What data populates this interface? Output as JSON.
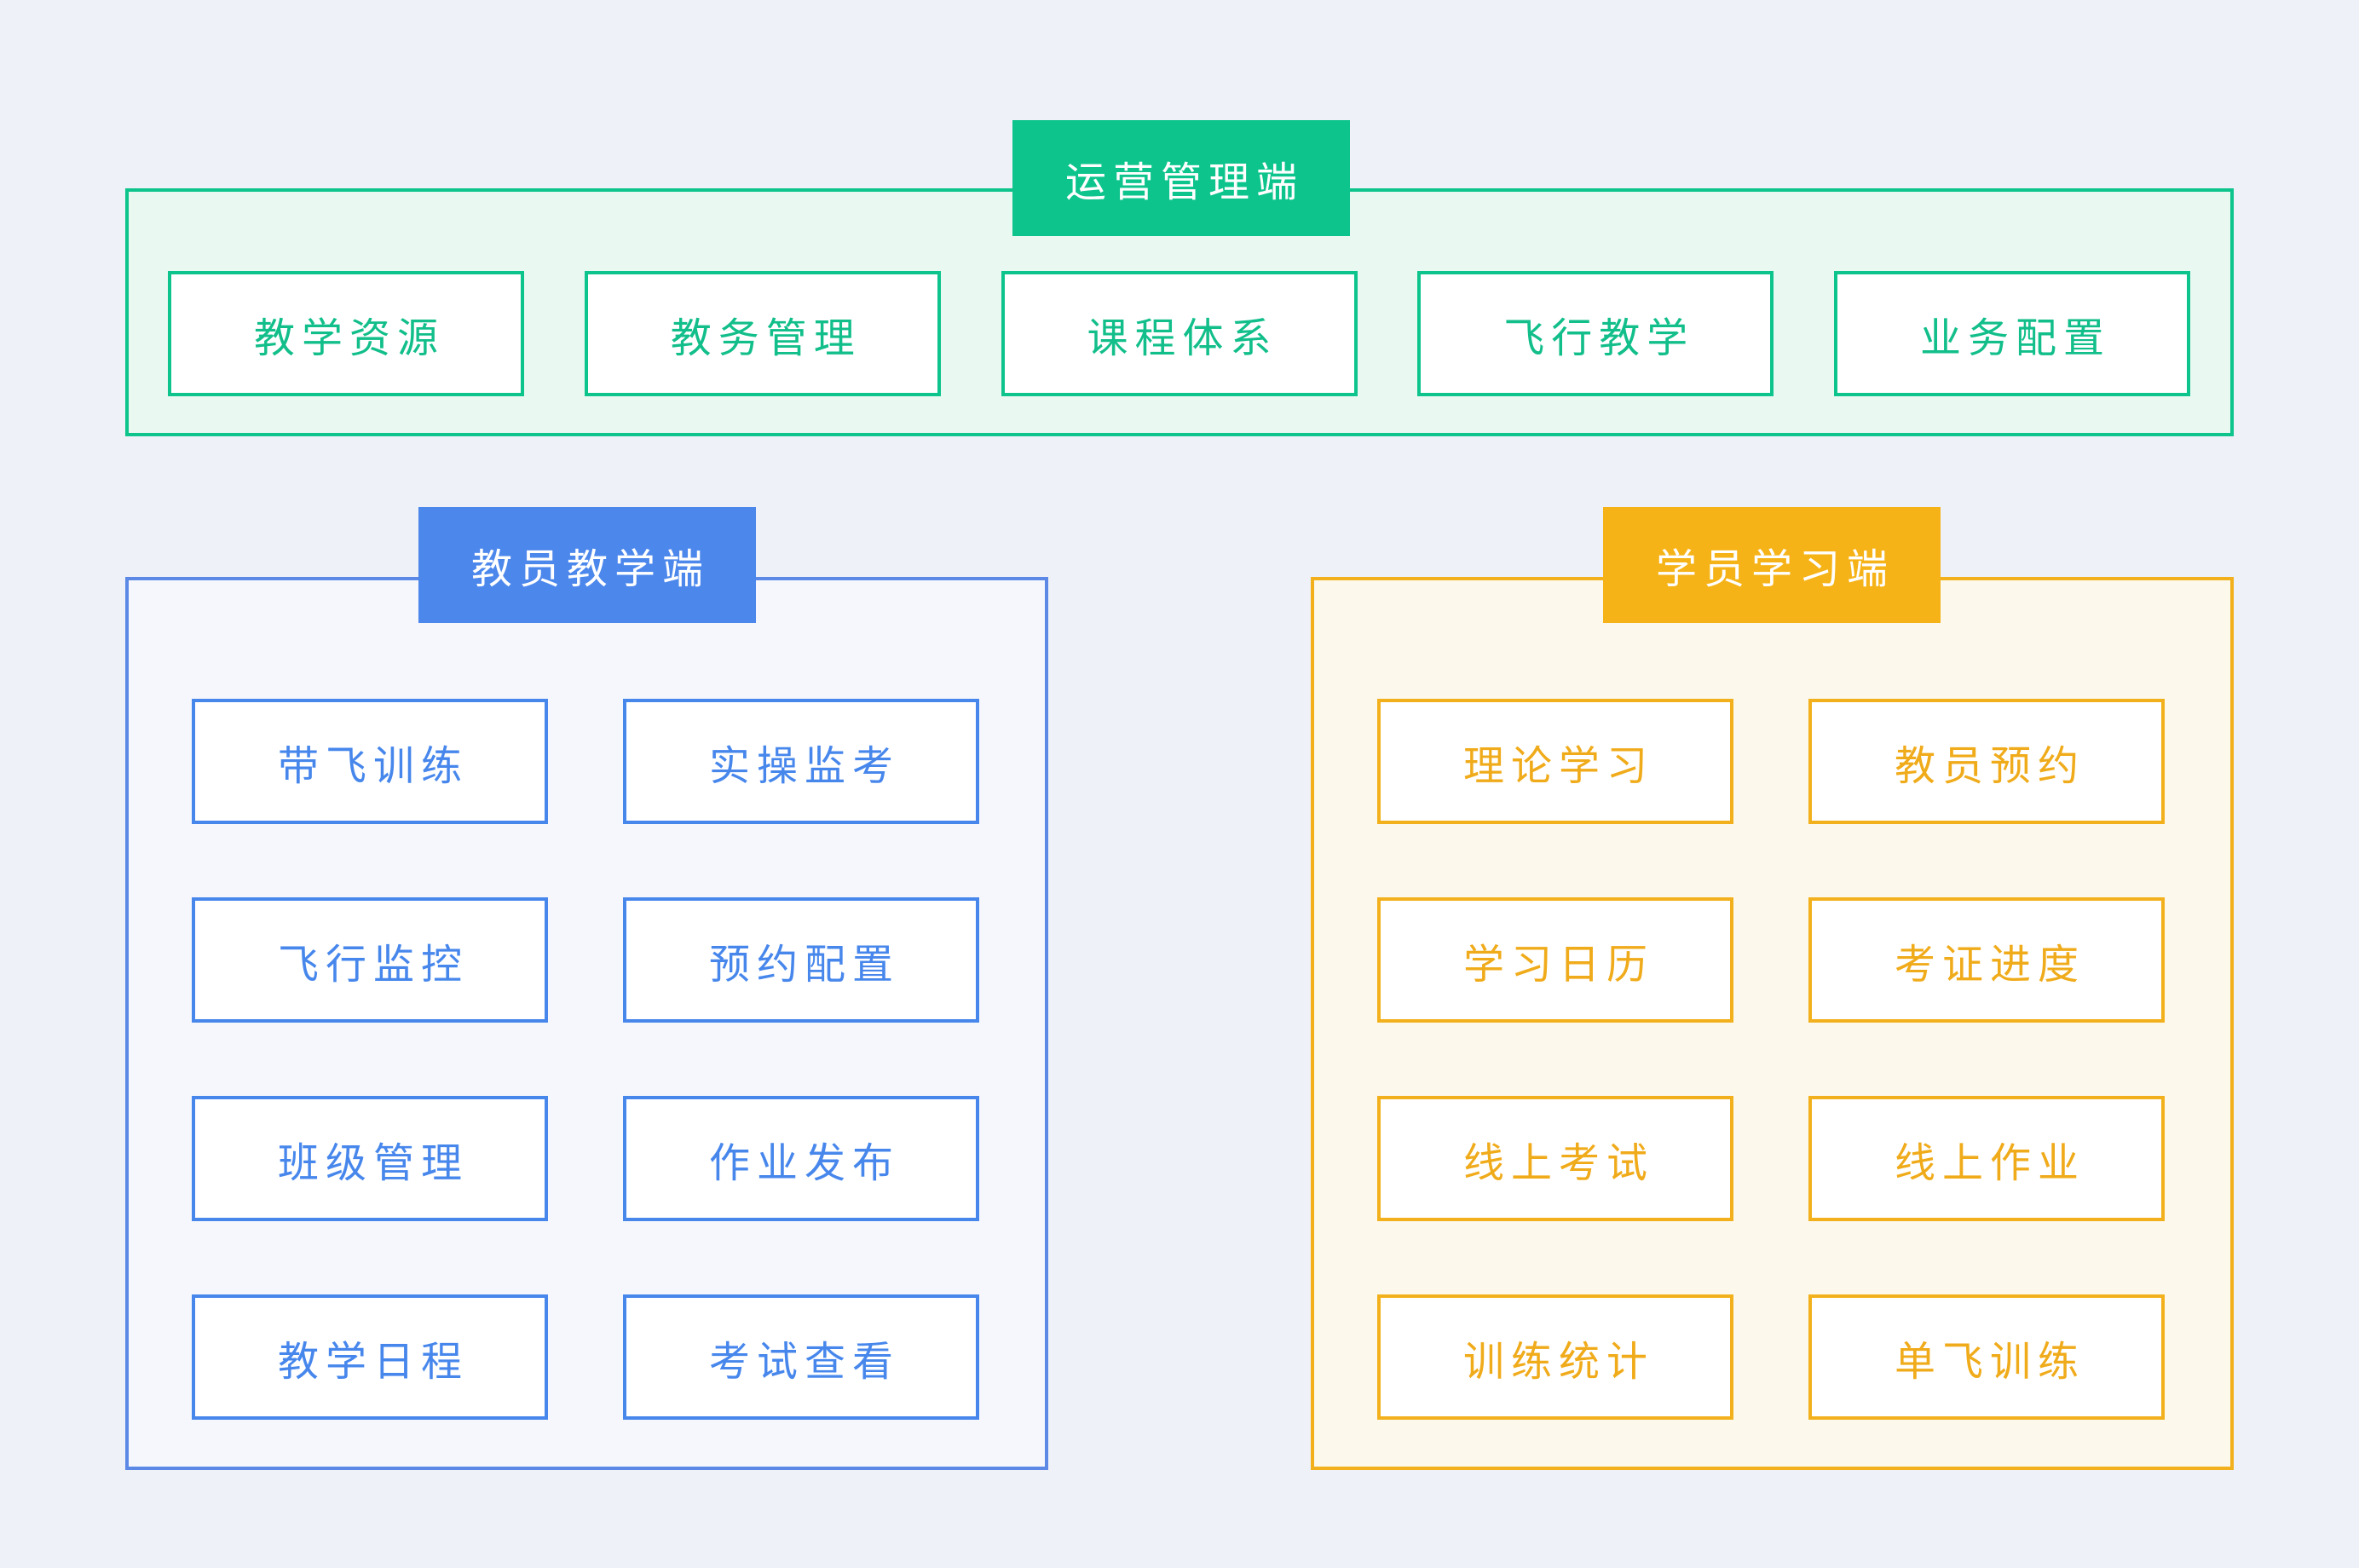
{
  "page": {
    "background": "#EEF1F8"
  },
  "sections": [
    {
      "id": "operations-admin",
      "title": "运营管理端",
      "accent": "#0DC48C",
      "panel_bg": "#E9F8F1",
      "header_text_color": "#FFFFFF",
      "items": [
        {
          "label": "教学资源"
        },
        {
          "label": "教务管理"
        },
        {
          "label": "课程体系"
        },
        {
          "label": "飞行教学"
        },
        {
          "label": "业务配置"
        }
      ]
    },
    {
      "id": "instructor-teaching",
      "title": "教员教学端",
      "accent": "#4787EC",
      "panel_bg": "#F5F7FC",
      "header_text_color": "#FFFFFF",
      "items": [
        {
          "label": "带飞训练"
        },
        {
          "label": "实操监考"
        },
        {
          "label": "飞行监控"
        },
        {
          "label": "预约配置"
        },
        {
          "label": "班级管理"
        },
        {
          "label": "作业发布"
        },
        {
          "label": "教学日程"
        },
        {
          "label": "考试查看"
        }
      ]
    },
    {
      "id": "student-learning",
      "title": "学员学习端",
      "accent": "#F2B11C",
      "panel_bg": "#FCF8EB",
      "header_text_color": "#FFFFFF",
      "items": [
        {
          "label": "理论学习"
        },
        {
          "label": "教员预约"
        },
        {
          "label": "学习日历"
        },
        {
          "label": "考证进度"
        },
        {
          "label": "线上考试"
        },
        {
          "label": "线上作业"
        },
        {
          "label": "训练统计"
        },
        {
          "label": "单飞训练"
        }
      ]
    }
  ]
}
